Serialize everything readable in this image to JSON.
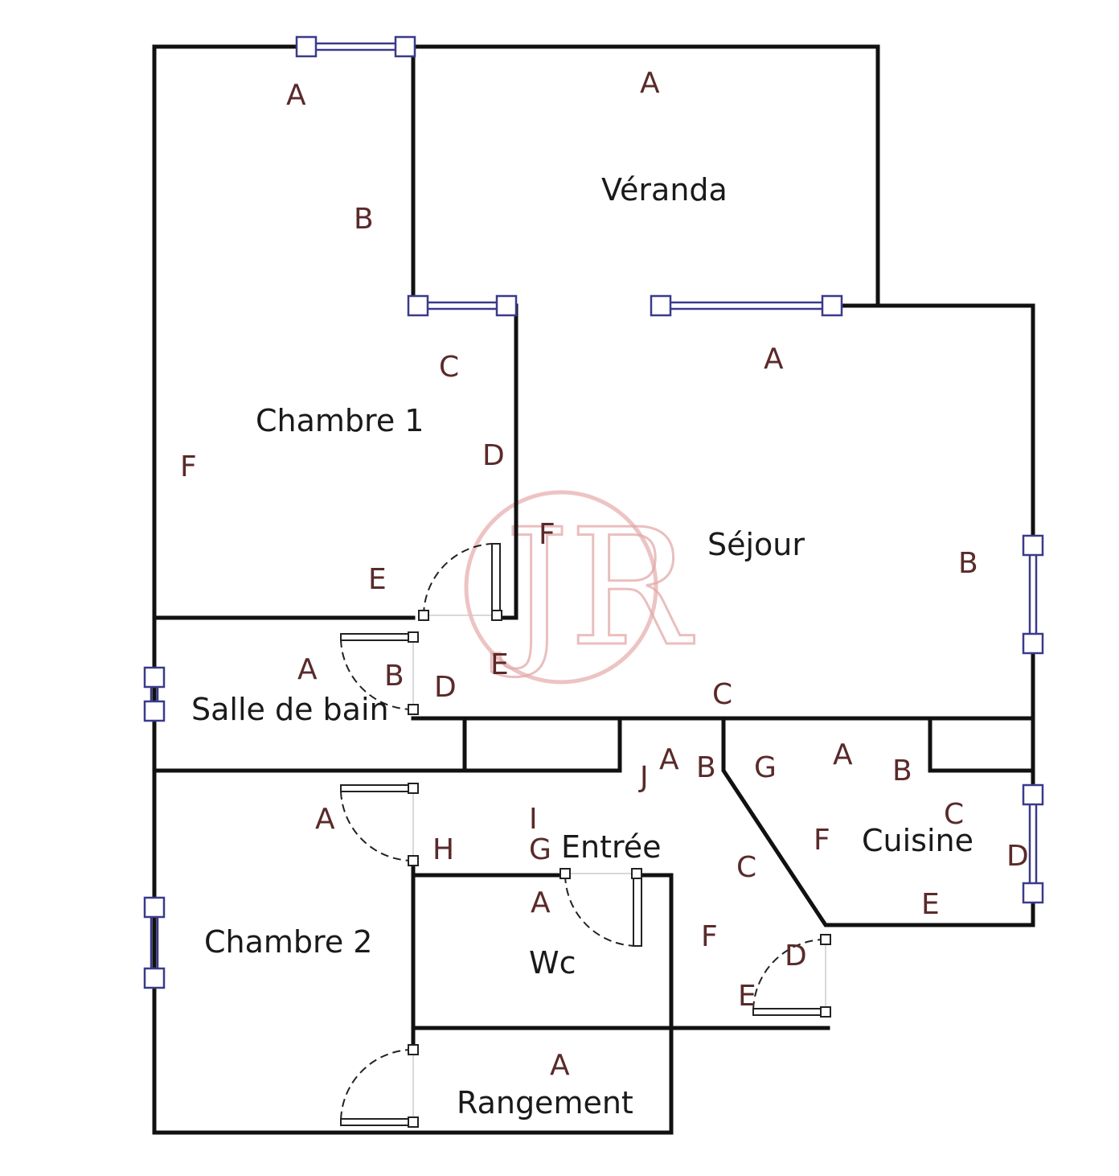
{
  "rooms": {
    "veranda": "Véranda",
    "chambre1": "Chambre 1",
    "sejour": "Séjour",
    "salle_de_bain": "Salle de bain",
    "cuisine": "Cuisine",
    "entree": "Entrée",
    "chambre2": "Chambre 2",
    "wc": "Wc",
    "rangement": "Rangement"
  },
  "wall_marks": {
    "ch1_a": "A",
    "ch1_b": "B",
    "ch1_c": "C",
    "ch1_d": "D",
    "ch1_e": "E",
    "ch1_f": "F",
    "ver_a": "A",
    "sej_a": "A",
    "sej_b": "B",
    "sej_c": "C",
    "sej_d": "D",
    "sej_e": "E",
    "sej_f": "F",
    "sdb_a": "A",
    "sdb_b": "B",
    "ent_a": "A",
    "ent_b": "B",
    "ent_c": "C",
    "ent_f": "F",
    "ent_g": "G",
    "ent_h": "H",
    "ent_i": "I",
    "ent_j": "J",
    "cui_a": "A",
    "cui_b": "B",
    "cui_c": "C",
    "cui_d": "D",
    "cui_e": "E",
    "cui_f": "F",
    "cui_g": "G",
    "door_d": "D",
    "door_e": "E",
    "ch2_a": "A",
    "wc_a": "A",
    "ran_a": "A"
  },
  "watermark": {
    "letters": "JR",
    "color": "#e3a9a9"
  }
}
